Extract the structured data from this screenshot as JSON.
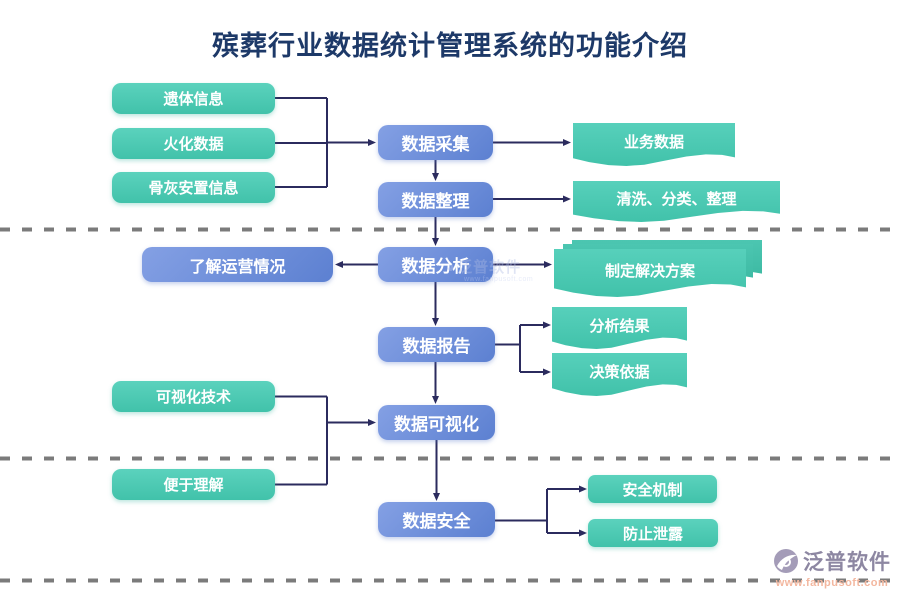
{
  "title": "殡葬行业数据统计管理系统的功能介绍",
  "nodes": {
    "body_info": "遗体信息",
    "cremation_data": "火化数据",
    "ashes_placement": "骨灰安置信息",
    "data_collection": "数据采集",
    "data_organize": "数据整理",
    "business_data": "业务数据",
    "clean_classify": "清洗、分类、整理",
    "data_analysis": "数据分析",
    "understand_operation": "了解运营情况",
    "make_solution": "制定解决方案",
    "data_report": "数据报告",
    "analysis_result": "分析结果",
    "decision_basis": "决策依据",
    "visual_tech": "可视化技术",
    "data_visualization": "数据可视化",
    "easy_understand": "便于理解",
    "data_security": "数据安全",
    "security_mechanism": "安全机制",
    "prevent_leak": "防止泄露"
  },
  "watermark": {
    "brand": "泛普软件",
    "url": "www.fanpusoft.com"
  },
  "logo": {
    "brand": "泛普软件",
    "url": "www.fanpusoft.com"
  },
  "colors": {
    "teal": "#4cc8b1",
    "blue": "#6b8ed9",
    "connector_navy": "#2b2b5e",
    "dashed_gray": "#7b7b7b",
    "title_navy": "#1d3968",
    "brand_gray": "#8d87a2",
    "brand_url_orange": "#f3b79f"
  }
}
